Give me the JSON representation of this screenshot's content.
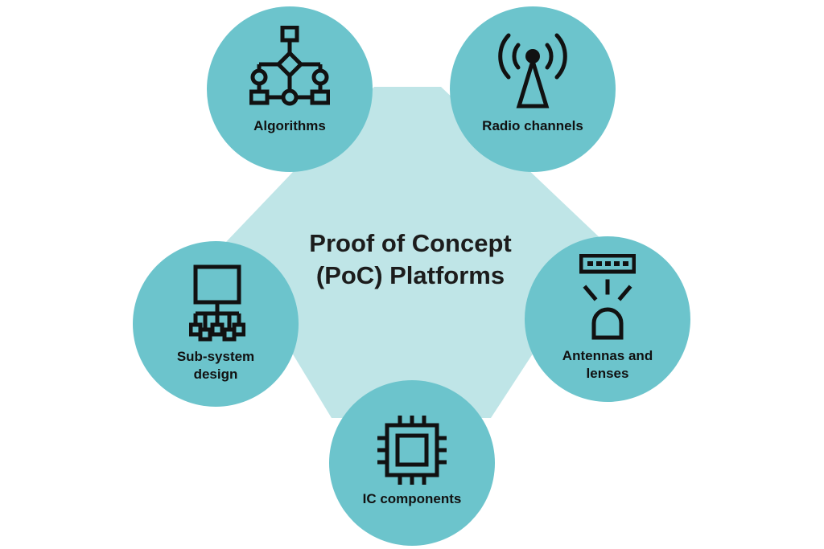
{
  "diagram": {
    "title_line1": "Proof of Concept",
    "title_line2": "(PoC) Platforms",
    "nodes": [
      {
        "label_lines": [
          "Algorithms"
        ],
        "icon": "flowchart-icon"
      },
      {
        "label_lines": [
          "Radio channels"
        ],
        "icon": "radio-tower-icon"
      },
      {
        "label_lines": [
          "Sub-system",
          "design"
        ],
        "icon": "hierarchy-icon"
      },
      {
        "label_lines": [
          "Antennas and",
          "lenses"
        ],
        "icon": "antenna-lens-icon"
      },
      {
        "label_lines": [
          "IC components"
        ],
        "icon": "chip-icon"
      }
    ],
    "colors": {
      "circle": "#6cc4cc",
      "pentagon": "#bfe5e7",
      "icon_stroke": "#111111",
      "text": "#111111"
    }
  }
}
